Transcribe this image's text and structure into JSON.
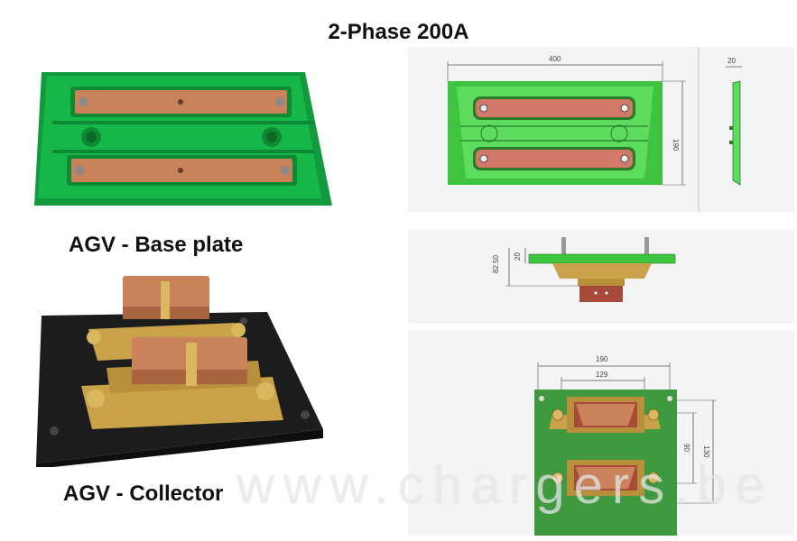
{
  "title": "2-Phase 200A",
  "captions": {
    "base_plate": "AGV - Base plate",
    "collector": "AGV - Collector"
  },
  "drawing_top": {
    "width_dim": "400",
    "height_dim": "190",
    "thickness_dim": "20"
  },
  "drawing_side": {
    "dim_a": "82.50",
    "dim_b": "20"
  },
  "drawing_bottom": {
    "dim_outer": "190",
    "dim_inner": "129",
    "dim_a": "90",
    "dim_b": "130"
  },
  "watermark": "www.chargers.be",
  "colors": {
    "plate_green": "#17b84a",
    "copper": "#c9825a",
    "cad_green": "#5ddc5d",
    "cad_copper": "#d4786a",
    "collector_black": "#1c1c1c",
    "brass": "#c9a24a"
  }
}
